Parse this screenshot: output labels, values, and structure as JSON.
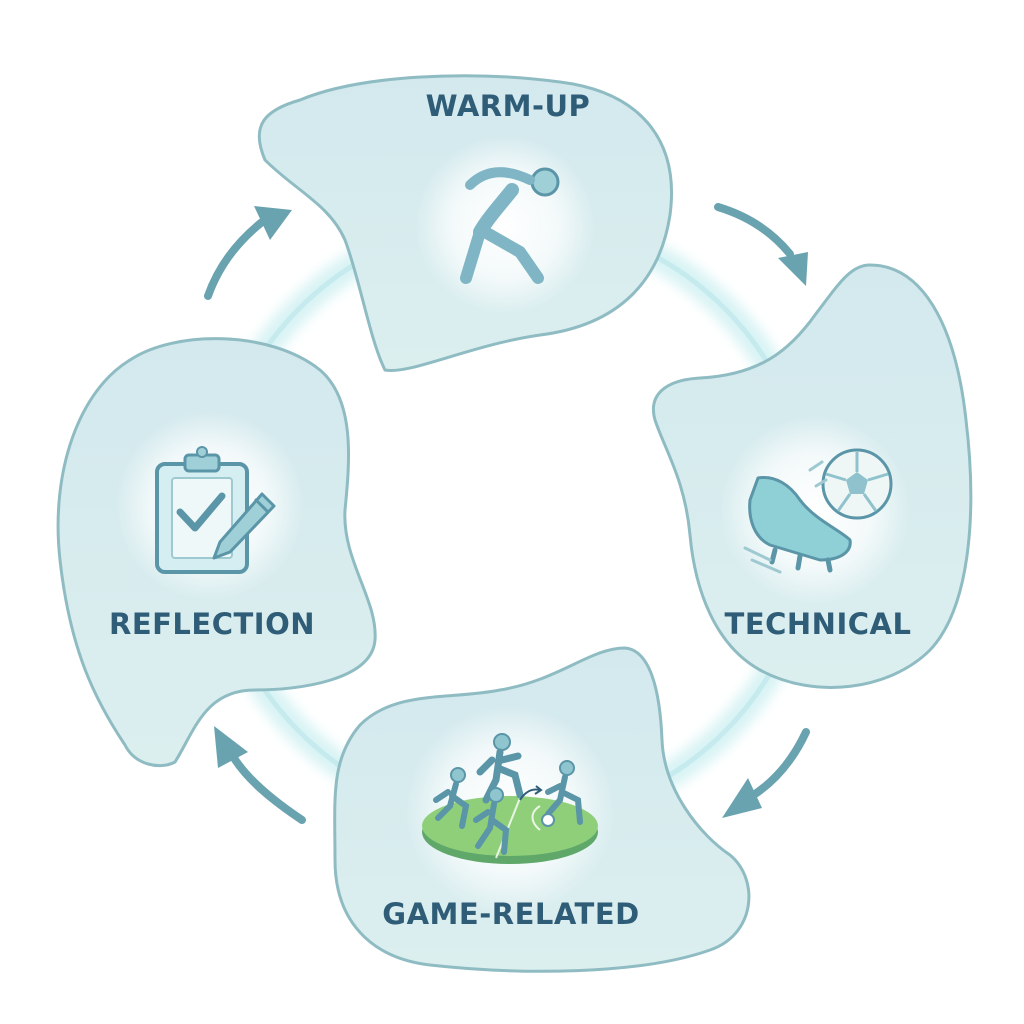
{
  "diagram": {
    "stages": [
      {
        "id": "warm-up",
        "label": "WARM-UP",
        "icon": "stretching-person-icon"
      },
      {
        "id": "technical",
        "label": "TECHNICAL",
        "icon": "soccer-boot-ball-icon"
      },
      {
        "id": "game-related",
        "label": "GAME-RELATED",
        "icon": "players-on-pitch-icon"
      },
      {
        "id": "reflection",
        "label": "REFLECTION",
        "icon": "clipboard-pencil-icon"
      }
    ],
    "connectors": [
      "cycle-arrow-icon",
      "cycle-arrow-icon",
      "cycle-arrow-icon",
      "cycle-arrow-icon"
    ]
  },
  "colors": {
    "background": "#ffffff",
    "blob_fill": "#d6ebee",
    "blob_stroke": "#8fbcc3",
    "ring": "#c9eef0",
    "arrow": "#6aa3b0",
    "label": "#2f5d78",
    "icon": "#7fb5c4",
    "icon_dark": "#5b95a8",
    "pitch": "#8fcf7a"
  }
}
